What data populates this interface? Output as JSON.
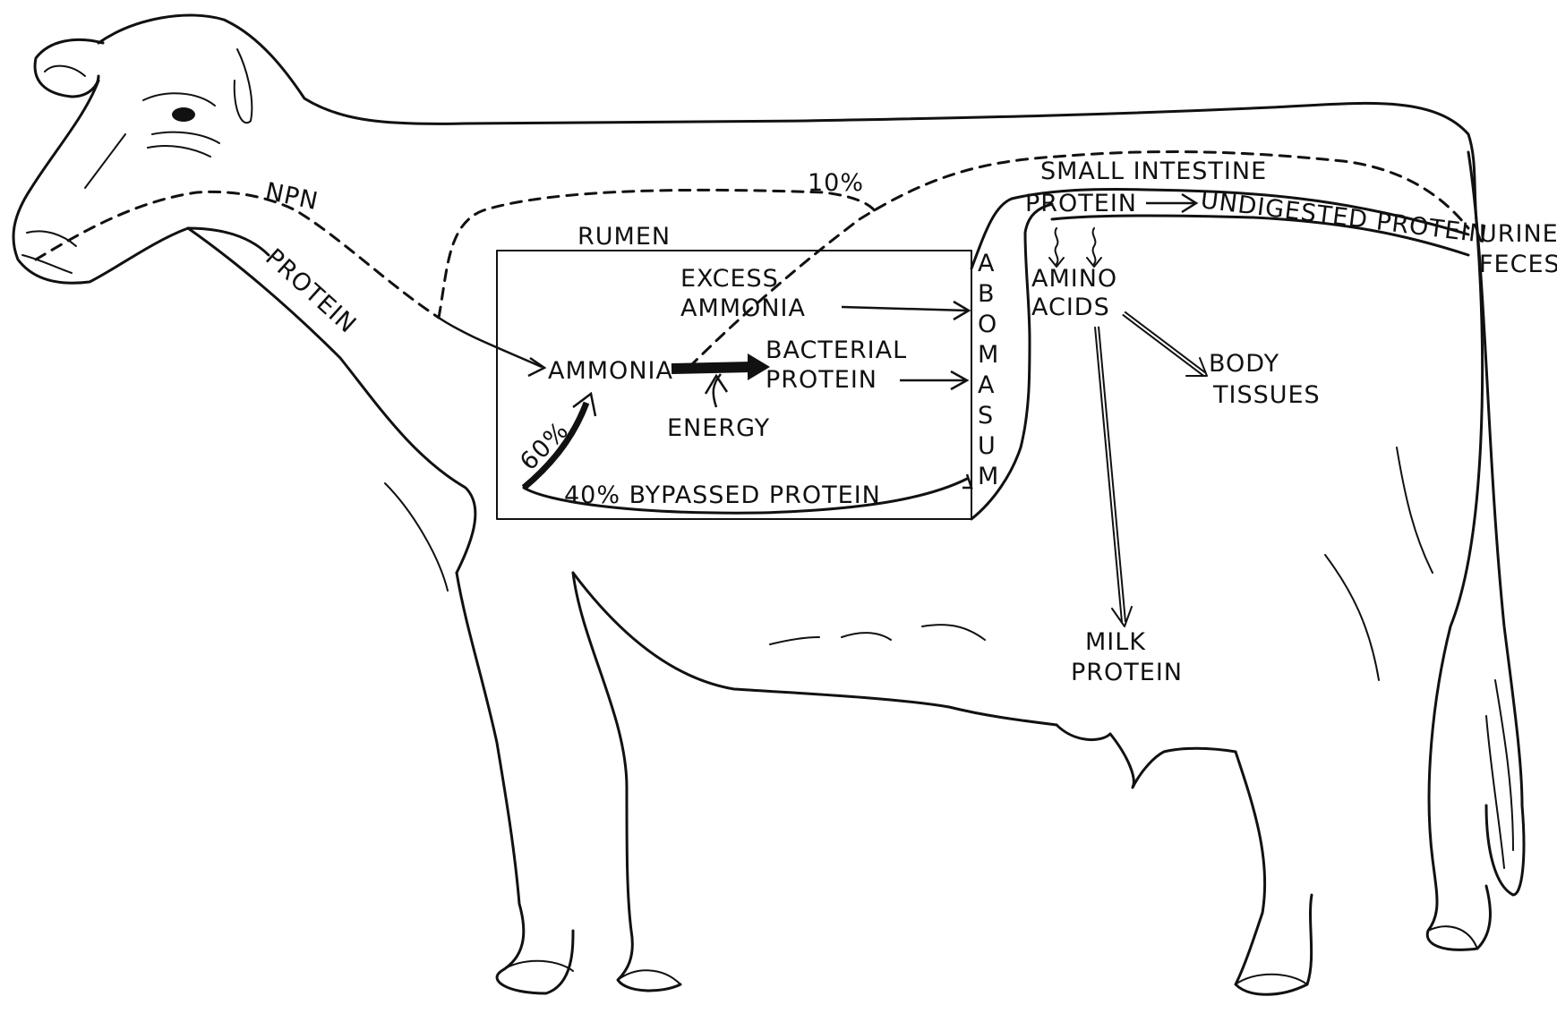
{
  "diagram": {
    "labels": {
      "npn": "NPN",
      "protein_feed": "PROTEIN",
      "rumen": "RUMEN",
      "ten_pct": "10%",
      "excess": "EXCESS",
      "ammonia_excess": "AMMONIA",
      "ammonia": "AMMONIA",
      "bacterial": "BACTERIAL",
      "bacterial_protein": "PROTEIN",
      "energy": "ENERGY",
      "sixty_pct": "60%",
      "bypassed": "40% BYPASSED PROTEIN",
      "abomasum": [
        "A",
        "B",
        "O",
        "M",
        "A",
        "S",
        "U",
        "M"
      ],
      "small_intestine": "SMALL INTESTINE",
      "si_protein": "PROTEIN",
      "undigested": "UNDIGESTED PROTEIN",
      "urine": "URINE",
      "feces": "FECES",
      "amino": "AMINO",
      "acids": "ACIDS",
      "body": "BODY",
      "tissues": "TISSUES",
      "milk": "MILK",
      "milk_protein": "PROTEIN"
    },
    "colors": {
      "ink": "#111111",
      "paper": "#ffffff"
    }
  }
}
